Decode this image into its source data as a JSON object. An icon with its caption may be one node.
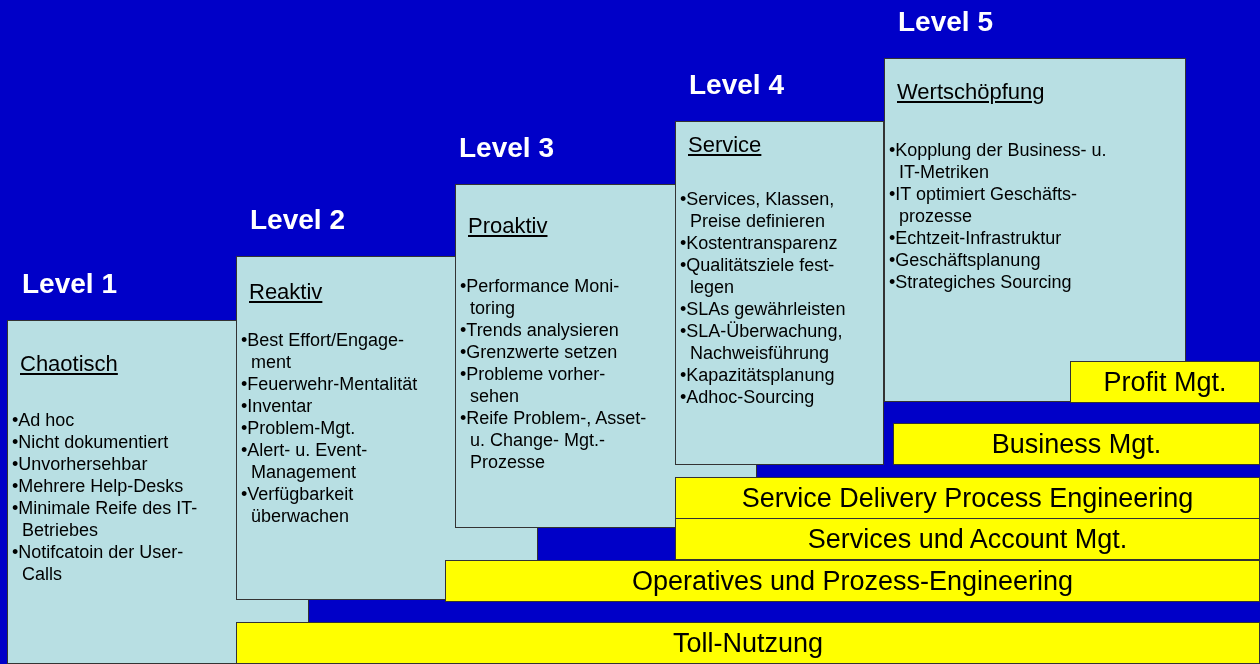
{
  "diagram": {
    "nodes": [
      {
        "text": [
          "Level 1",
          "Chaotisch",
          "•Ad hoc",
          "•Nicht dokumentiert",
          "•Unvorhersehbar",
          "•Mehrere Help-Desks",
          "•Minimale Reife des IT-Betriebes",
          "•Notifcatoin der User- Calls"
        ]
      },
      {
        "text": [
          "Level 2",
          "Reaktiv",
          "•Best Effort/Engage- ment",
          "•Feuerwehr-Mentalität",
          "•Inventar",
          "•Problem-Mgt.",
          "•Alert- u. Event- Management",
          "•Verfügbarkeit überwachen"
        ]
      },
      {
        "text": [
          "Level 3",
          "Proaktiv",
          "•Performance Moni- toring",
          "•Trends analysieren",
          "•Grenzwerte setzen",
          "•Probleme vorher- sehen",
          "•Reife Problem-, Asset- u. Change- Mgt.-Prozesse"
        ]
      },
      {
        "text": [
          "Level 4",
          "Service",
          "•Services, Klassen, Preise definieren",
          "•Kostentransparenz",
          "•Qualitätsziele fest- legen",
          "•SLAs gewährleisten",
          "•SLA-Überwachung, Nachweisführung",
          "•Kapazitätsplanung",
          "•Adhoc-Sourcing"
        ]
      },
      {
        "text": [
          "Level 5",
          "Wertschöpfung",
          "•Kopplung der Business- u. IT-Metriken",
          "•IT optimiert Geschäfts- prozesse",
          "•Echtzeit-Infrastruktur",
          "•Geschäftsplanung",
          "•Strategiches Sourcing"
        ]
      },
      {
        "text": [
          "Profit Mgt."
        ]
      },
      {
        "text": [
          "Business Mgt."
        ]
      },
      {
        "text": [
          "Service Delivery Process Engineering"
        ]
      },
      {
        "text": [
          "Services und Account Mgt."
        ]
      },
      {
        "text": [
          "Operatives und Prozess-Engineering"
        ]
      },
      {
        "text": [
          "Toll-Nutzung"
        ]
      }
    ]
  }
}
